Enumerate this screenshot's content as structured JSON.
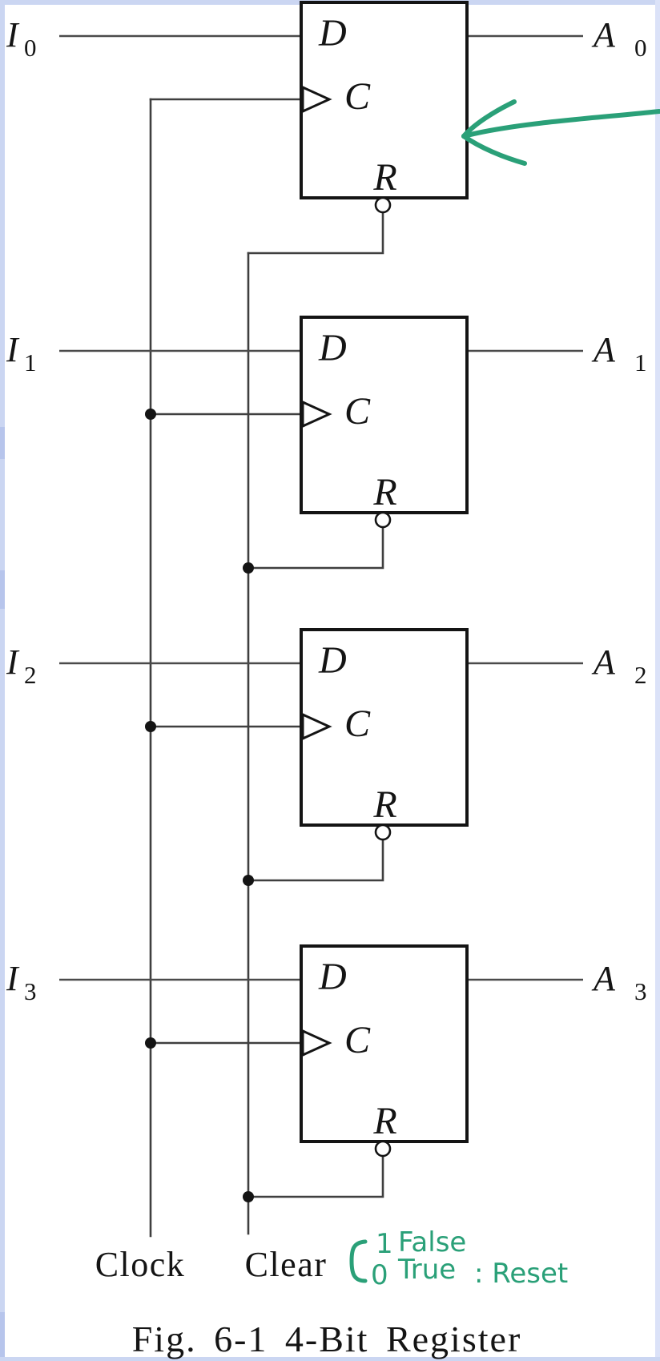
{
  "figure": {
    "caption": "Fig. 6-1  4-Bit Register"
  },
  "signals": {
    "clock_label": "Clock",
    "clear_label": "Clear"
  },
  "flipflops": [
    {
      "d": "D",
      "c": "C",
      "r": "R",
      "input_base": "I",
      "input_sub": "0",
      "output_base": "A",
      "output_sub": "0"
    },
    {
      "d": "D",
      "c": "C",
      "r": "R",
      "input_base": "I",
      "input_sub": "1",
      "output_base": "A",
      "output_sub": "1"
    },
    {
      "d": "D",
      "c": "C",
      "r": "R",
      "input_base": "I",
      "input_sub": "2",
      "output_base": "A",
      "output_sub": "2"
    },
    {
      "d": "D",
      "c": "C",
      "r": "R",
      "input_base": "I",
      "input_sub": "3",
      "output_base": "A",
      "output_sub": "3"
    }
  ],
  "annotation": {
    "line1_num": "1",
    "line1_word": "False",
    "line2_num": "0",
    "line2_word": "True",
    "line2_rest": ": Reset"
  },
  "colors": {
    "ink": "#141414",
    "wire": "#3f3f3f",
    "annotation_green": "#2aa078",
    "frame_blue": "#cbd6f2"
  }
}
